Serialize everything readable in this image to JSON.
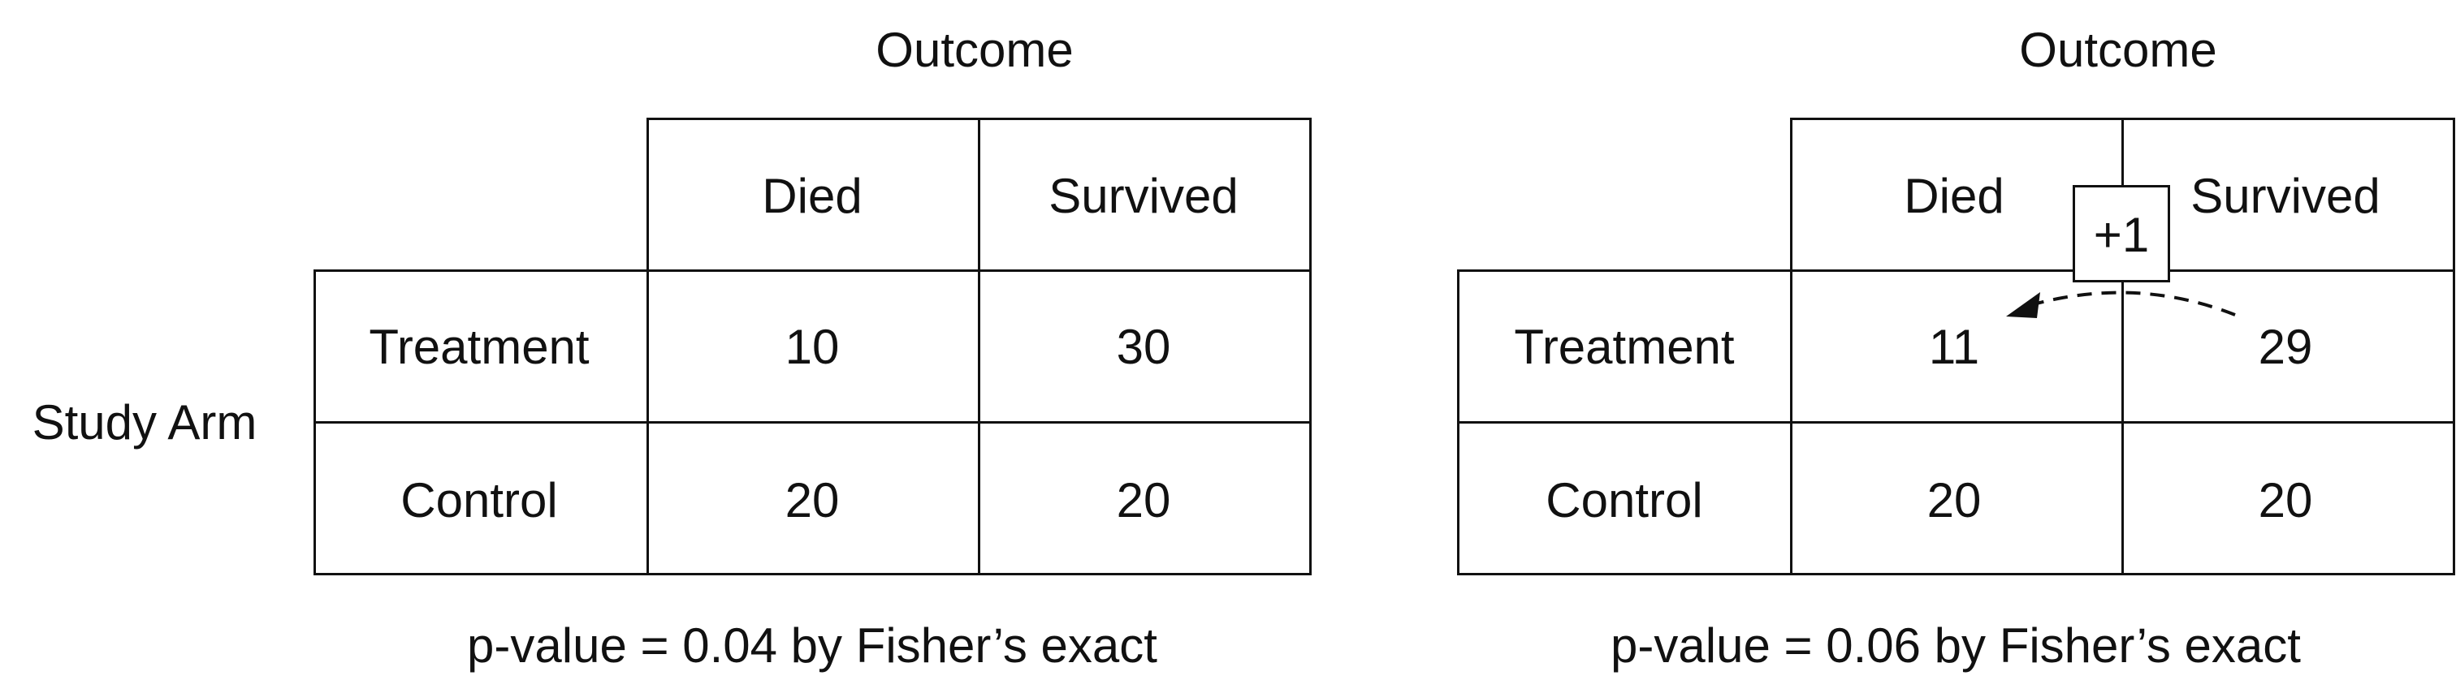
{
  "left_panel": {
    "outcome_title": "Outcome",
    "row_group_label": "Study Arm",
    "columns": [
      "Died",
      "Survived"
    ],
    "rows": [
      {
        "label": "Treatment",
        "values": [
          "10",
          "30"
        ]
      },
      {
        "label": "Control",
        "values": [
          "20",
          "20"
        ]
      }
    ],
    "caption": "p-value = 0.04 by Fisher’s exact"
  },
  "right_panel": {
    "outcome_title": "Outcome",
    "columns": [
      "Died",
      "Survived"
    ],
    "rows": [
      {
        "label": "Treatment",
        "values": [
          "11",
          "29"
        ]
      },
      {
        "label": "Control",
        "values": [
          "20",
          "20"
        ]
      }
    ],
    "move_label": "+1",
    "caption": "p-value = 0.06 by Fisher’s exact"
  }
}
